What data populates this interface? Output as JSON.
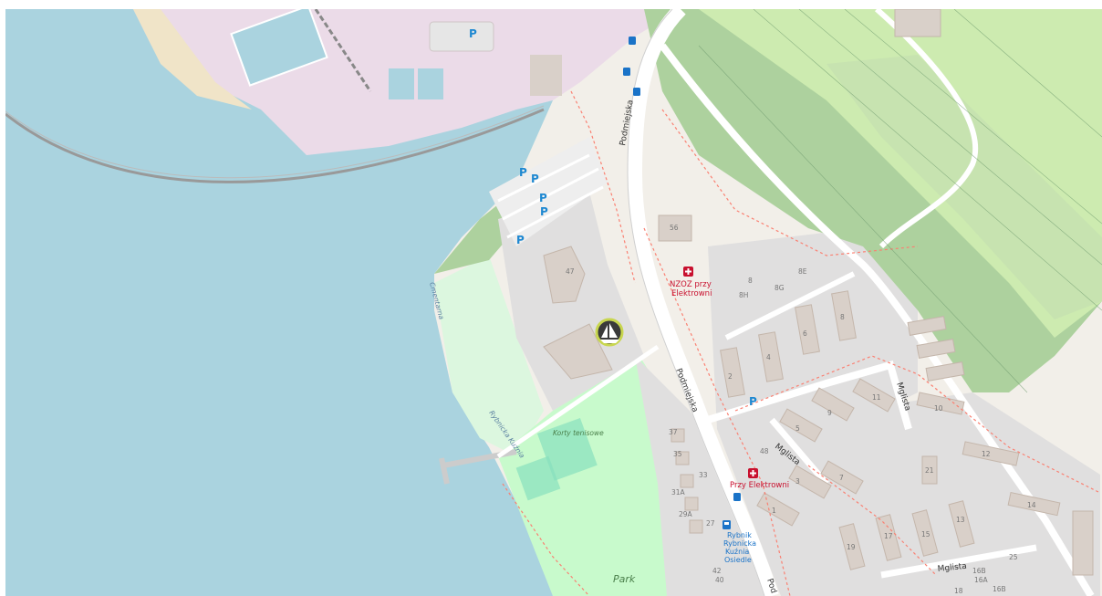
{
  "map": {
    "streets": {
      "podmiejska_north": "Podmiejska",
      "podmiejska_mid": "Podmiejska",
      "podmiejska_south": "Pod",
      "mglista_a": "Mglista",
      "mglista_b": "Mglista",
      "mglista_c": "Mglista",
      "rybnicka_kuznia": "Rybnicka Kuźnia",
      "coastline": "Cmentarna"
    },
    "pois": {
      "clinic_1": [
        "NZOZ przy",
        "Elektrowni"
      ],
      "clinic_2": "Przy Elektrowni",
      "bus_stop": [
        "Rybnik",
        "Rybnicka",
        "Kuźnia",
        "Osiedle"
      ],
      "courts": "Korty tenisowe",
      "park": "Park"
    },
    "parking_label": "P",
    "house_numbers": [
      "56",
      "47",
      "8",
      "8H",
      "8G",
      "8E",
      "2",
      "4",
      "6",
      "8",
      "9",
      "5",
      "3",
      "1",
      "48",
      "11",
      "7",
      "10",
      "12",
      "14",
      "21",
      "13",
      "15",
      "17",
      "19",
      "25",
      "16B",
      "16A",
      "16B",
      "18",
      "37",
      "35",
      "33",
      "31A",
      "29A",
      "27",
      "42",
      "40"
    ],
    "colors": {
      "land": "#f2efe9",
      "water": "#aad3df",
      "industrial": "#ebdbe8",
      "forest": "#add19e",
      "park": "#c8facc",
      "grass": "#cdebb0",
      "road_major": "#ffffff",
      "path": "#fa8072",
      "poi_red": "#c8102e",
      "transit_blue": "#1a73c8",
      "marker": "#3a3a3a"
    },
    "icons": [
      "sailing-marker-icon",
      "clinic-icon",
      "bus-stop-icon",
      "parking-icon"
    ]
  }
}
